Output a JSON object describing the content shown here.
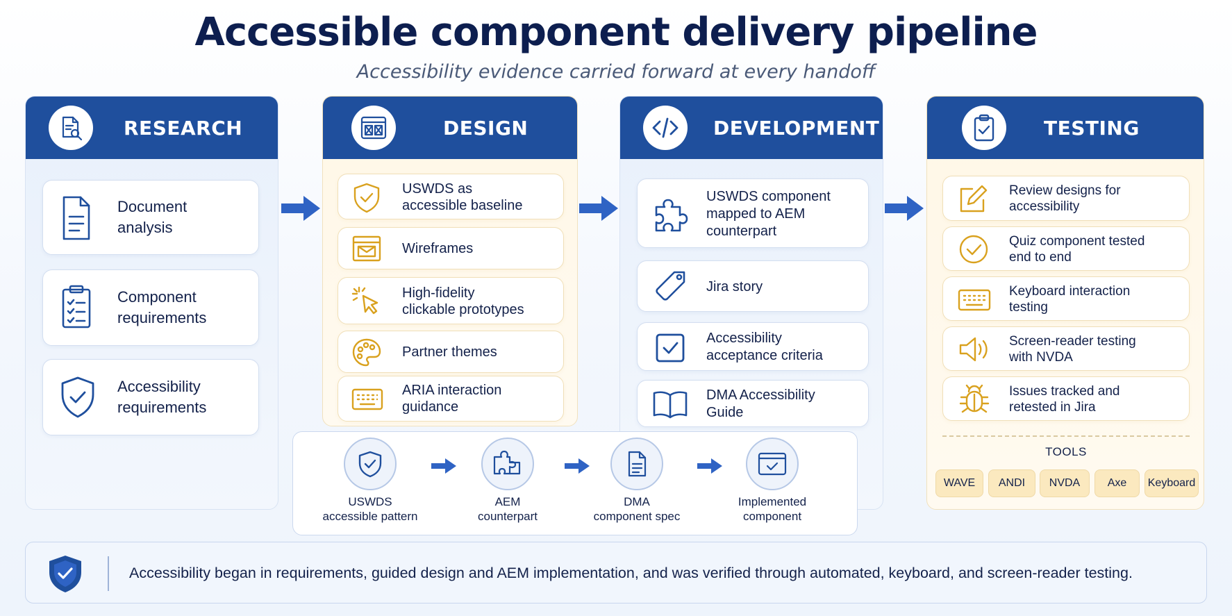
{
  "title": "Accessible component delivery pipeline",
  "subtitle": "Accessibility evidence carried forward at every handoff",
  "columns": {
    "research": {
      "label": "RESEARCH",
      "icon": "document-search-icon",
      "items": [
        {
          "text": "Document\nanalysis",
          "icon": "document-icon"
        },
        {
          "text": "Component\nrequirements",
          "icon": "clipboard-checklist-icon"
        },
        {
          "text": "Accessibility\nrequirements",
          "icon": "shield-check-icon"
        }
      ]
    },
    "design": {
      "label": "DESIGN",
      "icon": "wireframe-window-icon",
      "items": [
        {
          "text": "USWDS as\naccessible baseline",
          "icon": "shield-check-icon"
        },
        {
          "text": "Wireframes",
          "icon": "wireframe-icon"
        },
        {
          "text": "High-fidelity\nclickable prototypes",
          "icon": "cursor-click-icon"
        },
        {
          "text": "Partner themes",
          "icon": "palette-icon"
        },
        {
          "text": "ARIA interaction\nguidance",
          "icon": "keyboard-icon"
        }
      ]
    },
    "development": {
      "label": "DEVELOPMENT",
      "icon": "code-icon",
      "items": [
        {
          "text": "USWDS component\nmapped to AEM\ncounterpart",
          "icon": "puzzle-icon"
        },
        {
          "text": "Jira story",
          "icon": "tag-icon"
        },
        {
          "text": "Accessibility\nacceptance criteria",
          "icon": "checkbox-icon"
        },
        {
          "text": "DMA Accessibility\nGuide",
          "icon": "book-icon"
        }
      ]
    },
    "testing": {
      "label": "TESTING",
      "icon": "clipboard-check-icon",
      "items": [
        {
          "text": "Review designs for\naccessibility",
          "icon": "pencil-edit-icon"
        },
        {
          "text": "Quiz component tested\nend to end",
          "icon": "check-circle-icon"
        },
        {
          "text": "Keyboard interaction\ntesting",
          "icon": "keyboard-icon"
        },
        {
          "text": "Screen-reader testing\nwith NVDA",
          "icon": "speaker-icon"
        },
        {
          "text": "Issues tracked and\nretested in Jira",
          "icon": "bug-icon"
        }
      ],
      "tools_label": "TOOLS",
      "tools": [
        "WAVE",
        "ANDI",
        "NVDA",
        "Axe",
        "Keyboard"
      ]
    }
  },
  "flow": [
    {
      "text": "USWDS\naccessible pattern",
      "icon": "shield-check-icon"
    },
    {
      "text": "AEM\ncounterpart",
      "icon": "puzzle-icon"
    },
    {
      "text": "DMA\ncomponent spec",
      "icon": "document-icon"
    },
    {
      "text": "Implemented\ncomponent",
      "icon": "browser-check-icon"
    }
  ],
  "banner": {
    "icon": "shield-check-icon",
    "text": "Accessibility began in requirements, guided design and AEM implementation, and was verified through automated, keyboard, and screen-reader testing."
  },
  "colors": {
    "header_blue": "#1f4f9d",
    "icon_blue": "#1f4f9d",
    "icon_amber": "#d9a11e",
    "arrow_blue": "#2f63c4"
  }
}
